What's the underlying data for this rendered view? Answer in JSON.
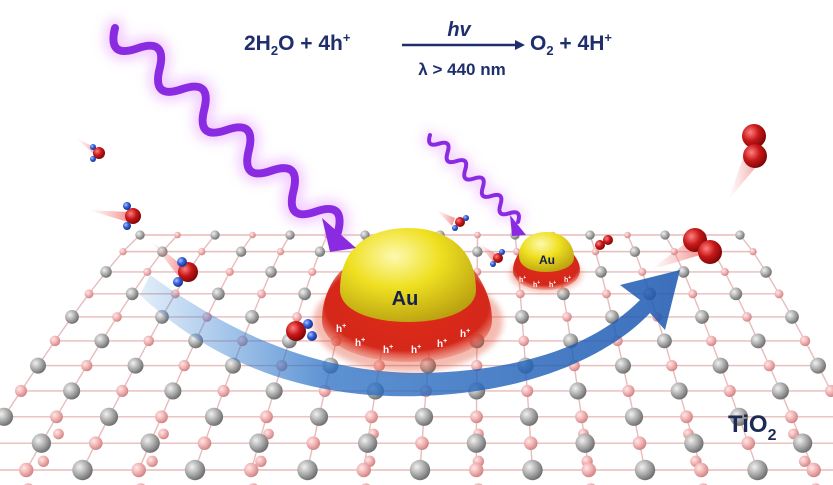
{
  "equation": {
    "left_a": "2H",
    "left_a_sub": "2",
    "left_b": "O + 4h",
    "left_b_sup": "+",
    "above_arrow": "hv",
    "below_arrow": "λ > 440 nm",
    "right_a": "O",
    "right_a_sub": "2",
    "right_b": " + 4H",
    "right_b_sup": "+"
  },
  "particles": {
    "large_label": "Au",
    "small_label": "Au",
    "hole_label": "h",
    "hole_sup": "+"
  },
  "substrate": {
    "label_main": "TiO",
    "label_sub": "2"
  },
  "colors": {
    "light_wave": "#8a2be2",
    "gold": "#f2e11a",
    "hole_region": "#d8261a",
    "flow_arrow": "#1f6fc0",
    "ti_atom": "#a7a7a7",
    "o_atom": "#f0b1b1",
    "oxygen_molecule": "#c0171a",
    "hydrogen": "#2d59d6"
  }
}
